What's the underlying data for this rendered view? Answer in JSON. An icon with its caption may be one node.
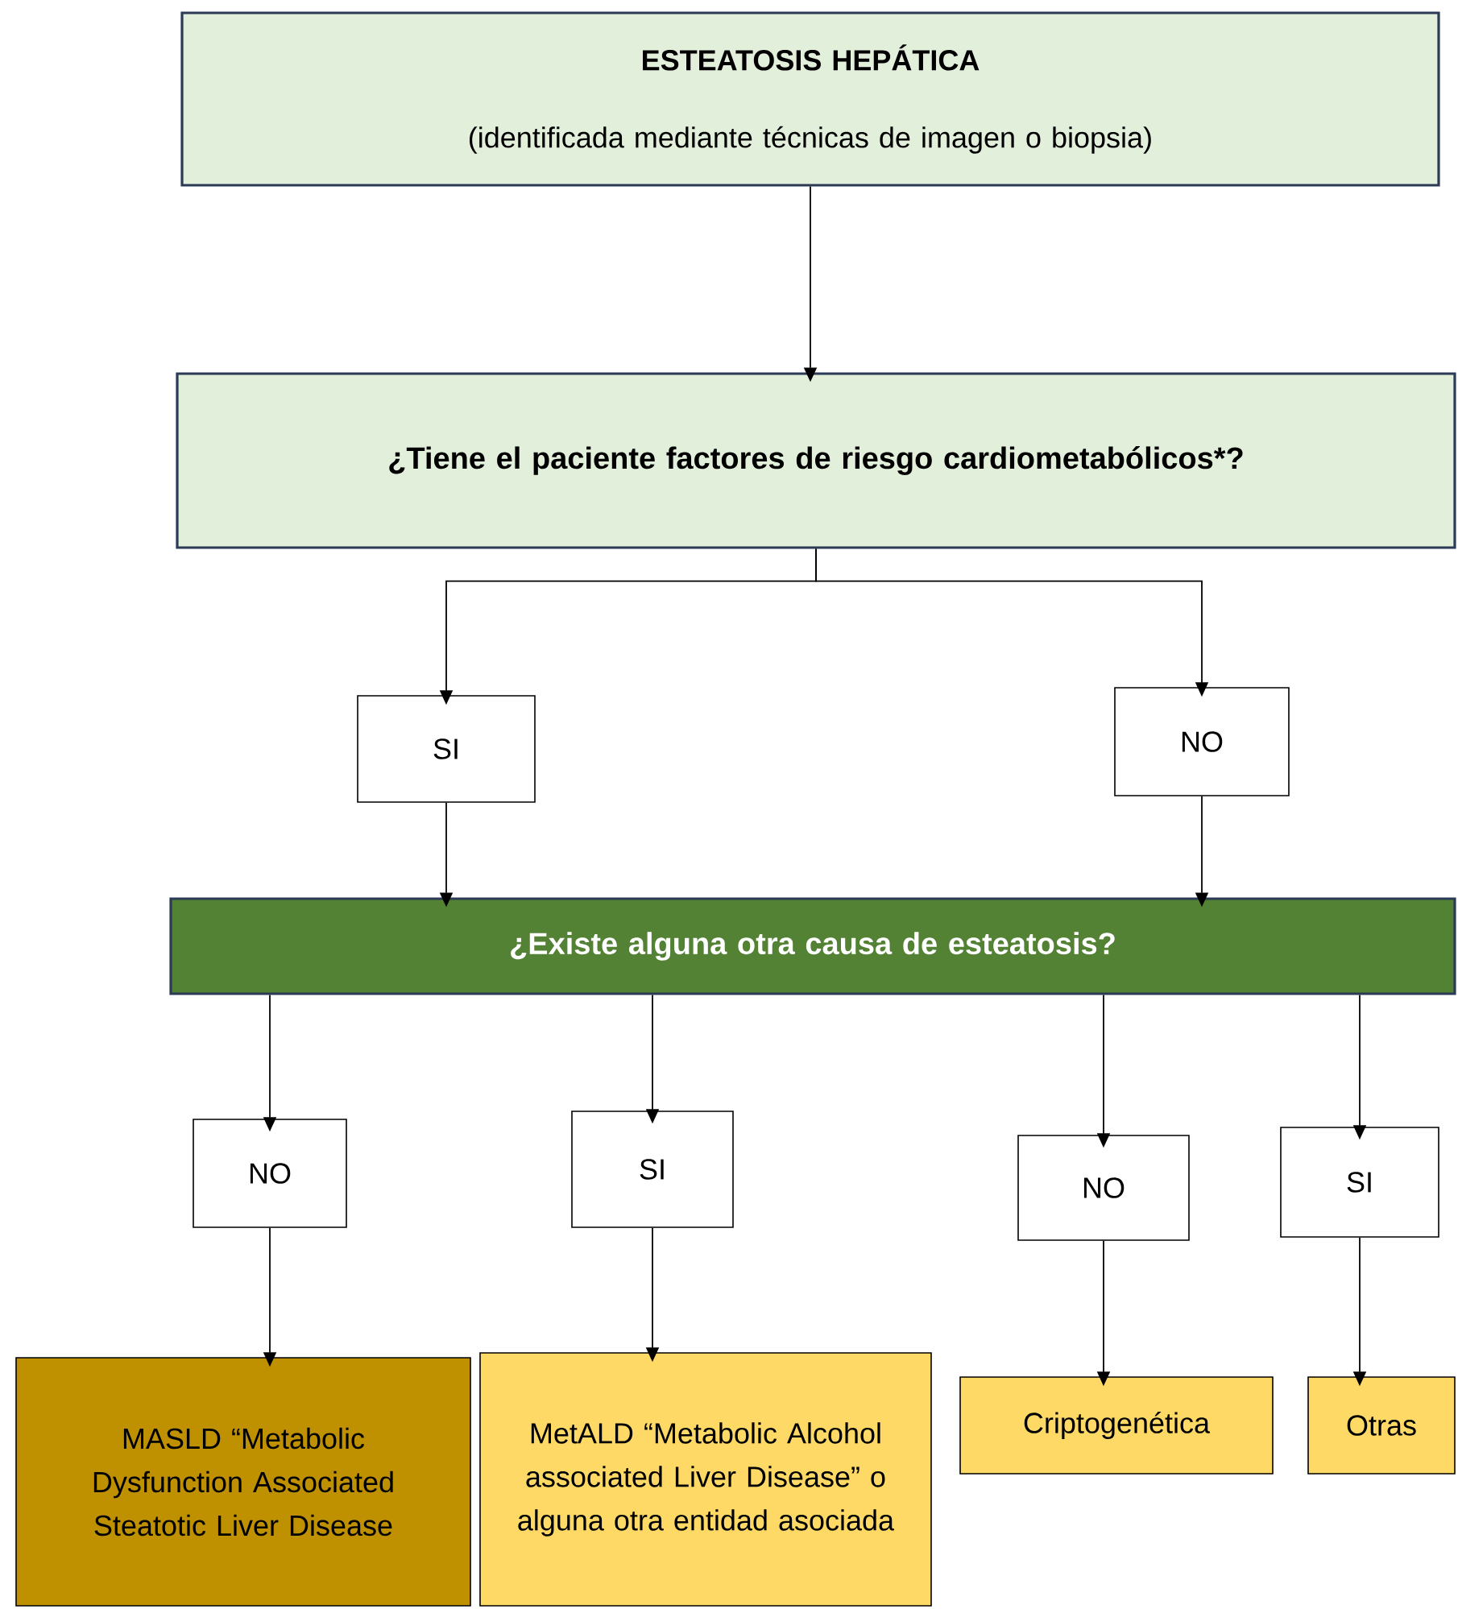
{
  "diagram": {
    "nodes": [
      {
        "text": [
          "ESTEATOSIS HEPÁTICA",
          "(identificada mediante técnicas de imagen o biopsia)"
        ]
      },
      {
        "text": [
          "¿Tiene el paciente factores de riesgo cardiometabólicos*?"
        ]
      },
      {
        "text": [
          "SI"
        ]
      },
      {
        "text": [
          "NO"
        ]
      },
      {
        "text": [
          "¿Existe alguna otra causa de esteatosis?"
        ]
      },
      {
        "text": [
          "NO"
        ]
      },
      {
        "text": [
          "SI"
        ]
      },
      {
        "text": [
          "NO"
        ]
      },
      {
        "text": [
          "SI"
        ]
      },
      {
        "text": [
          "MASLD “Metabolic Dysfunction Associated Steatotic Liver Disease"
        ]
      },
      {
        "text": [
          "MetALD “Metabolic Alcohol associated Liver Disease” o alguna otra entidad asociada"
        ]
      },
      {
        "text": [
          "Criptogenética"
        ]
      },
      {
        "text": [
          "Otras"
        ]
      }
    ],
    "edges": [
      {
        "from": 0,
        "to": 1,
        "arrow": "to"
      },
      {
        "from": 1,
        "to": 2,
        "arrow": "to"
      },
      {
        "from": 1,
        "to": 3,
        "arrow": "to"
      },
      {
        "from": 2,
        "to": 4,
        "arrow": "to"
      },
      {
        "from": 3,
        "to": 4,
        "arrow": "to"
      },
      {
        "from": 4,
        "to": 5,
        "arrow": "to"
      },
      {
        "from": 4,
        "to": 6,
        "arrow": "to"
      },
      {
        "from": 4,
        "to": 7,
        "arrow": "to"
      },
      {
        "from": 4,
        "to": 8,
        "arrow": "to"
      },
      {
        "from": 5,
        "to": 9,
        "arrow": "to"
      },
      {
        "from": 6,
        "to": 10,
        "arrow": "to"
      },
      {
        "from": 7,
        "to": 11,
        "arrow": "to"
      },
      {
        "from": 8,
        "to": 12,
        "arrow": "to"
      }
    ]
  }
}
